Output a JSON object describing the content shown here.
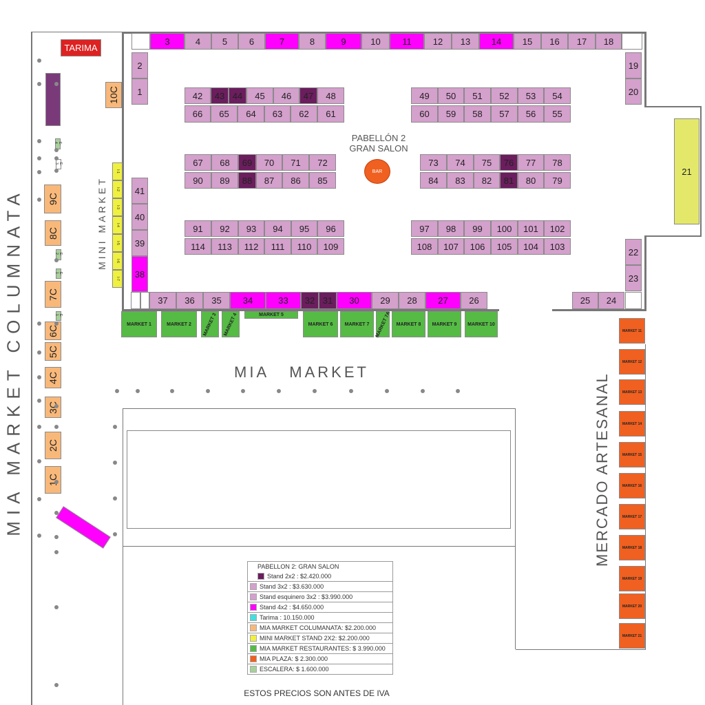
{
  "labels": {
    "columnata": "MIA  MARKET  COLUMNATA",
    "mini_market": "MINI MARKET",
    "mia_market": "MIA   MARKET",
    "mercado": "MERCADO ARTESANAL",
    "pabellon_1": "PABELLÓN 2",
    "pabellon_2": "GRAN SALON",
    "bar": "BAR",
    "tarima": "TARIMA",
    "footer": "ESTOS PRECIOS SON ANTES DE IVA"
  },
  "colors": {
    "2x2": "#6b1d5e",
    "3x2": "#d4a0cc",
    "4x2": "#ff00ff",
    "tarima": "#44e0e0",
    "columnata": "#f8b87a",
    "mini": "#f0f040",
    "restaurantes": "#55bb44",
    "plaza": "#f06020",
    "escalera": "#a9cf9b"
  },
  "stands": [
    {
      "n": "3",
      "t": "4x2"
    },
    {
      "n": "4",
      "t": "3x2"
    },
    {
      "n": "5",
      "t": "3x2"
    },
    {
      "n": "6",
      "t": "3x2"
    },
    {
      "n": "7",
      "t": "4x2"
    },
    {
      "n": "8",
      "t": "3x2"
    },
    {
      "n": "9",
      "t": "4x2"
    },
    {
      "n": "10",
      "t": "3x2"
    },
    {
      "n": "11",
      "t": "4x2"
    },
    {
      "n": "12",
      "t": "3x2"
    },
    {
      "n": "13",
      "t": "3x2"
    },
    {
      "n": "14",
      "t": "4x2"
    },
    {
      "n": "15",
      "t": "3x2"
    },
    {
      "n": "16",
      "t": "3x2"
    },
    {
      "n": "17",
      "t": "3x2"
    },
    {
      "n": "18",
      "t": "3x2"
    },
    {
      "n": "2",
      "t": "3x2"
    },
    {
      "n": "1",
      "t": "3x2"
    },
    {
      "n": "19",
      "t": "3x2"
    },
    {
      "n": "20",
      "t": "3x2"
    },
    {
      "n": "21",
      "t": "mini"
    },
    {
      "n": "42",
      "t": "3x2"
    },
    {
      "n": "43",
      "t": "2x2"
    },
    {
      "n": "44",
      "t": "2x2"
    },
    {
      "n": "45",
      "t": "3x2"
    },
    {
      "n": "46",
      "t": "3x2"
    },
    {
      "n": "47",
      "t": "2x2"
    },
    {
      "n": "48",
      "t": "3x2"
    },
    {
      "n": "66",
      "t": "3x2"
    },
    {
      "n": "65",
      "t": "3x2"
    },
    {
      "n": "64",
      "t": "3x2"
    },
    {
      "n": "63",
      "t": "3x2"
    },
    {
      "n": "62",
      "t": "3x2"
    },
    {
      "n": "61",
      "t": "3x2"
    },
    {
      "n": "49",
      "t": "3x2"
    },
    {
      "n": "50",
      "t": "3x2"
    },
    {
      "n": "51",
      "t": "3x2"
    },
    {
      "n": "52",
      "t": "3x2"
    },
    {
      "n": "53",
      "t": "3x2"
    },
    {
      "n": "54",
      "t": "3x2"
    },
    {
      "n": "60",
      "t": "3x2"
    },
    {
      "n": "59",
      "t": "3x2"
    },
    {
      "n": "58",
      "t": "3x2"
    },
    {
      "n": "57",
      "t": "3x2"
    },
    {
      "n": "56",
      "t": "3x2"
    },
    {
      "n": "55",
      "t": "3x2"
    },
    {
      "n": "67",
      "t": "3x2"
    },
    {
      "n": "68",
      "t": "3x2"
    },
    {
      "n": "69",
      "t": "2x2"
    },
    {
      "n": "70",
      "t": "3x2"
    },
    {
      "n": "71",
      "t": "3x2"
    },
    {
      "n": "72",
      "t": "3x2"
    },
    {
      "n": "90",
      "t": "3x2"
    },
    {
      "n": "89",
      "t": "3x2"
    },
    {
      "n": "88",
      "t": "2x2"
    },
    {
      "n": "87",
      "t": "3x2"
    },
    {
      "n": "86",
      "t": "3x2"
    },
    {
      "n": "85",
      "t": "3x2"
    },
    {
      "n": "73",
      "t": "3x2"
    },
    {
      "n": "74",
      "t": "3x2"
    },
    {
      "n": "75",
      "t": "3x2"
    },
    {
      "n": "76",
      "t": "2x2"
    },
    {
      "n": "77",
      "t": "3x2"
    },
    {
      "n": "78",
      "t": "3x2"
    },
    {
      "n": "84",
      "t": "3x2"
    },
    {
      "n": "83",
      "t": "3x2"
    },
    {
      "n": "82",
      "t": "3x2"
    },
    {
      "n": "81",
      "t": "2x2"
    },
    {
      "n": "80",
      "t": "3x2"
    },
    {
      "n": "79",
      "t": "3x2"
    },
    {
      "n": "91",
      "t": "3x2"
    },
    {
      "n": "92",
      "t": "3x2"
    },
    {
      "n": "93",
      "t": "3x2"
    },
    {
      "n": "94",
      "t": "3x2"
    },
    {
      "n": "95",
      "t": "3x2"
    },
    {
      "n": "96",
      "t": "3x2"
    },
    {
      "n": "114",
      "t": "3x2"
    },
    {
      "n": "113",
      "t": "3x2"
    },
    {
      "n": "112",
      "t": "3x2"
    },
    {
      "n": "111",
      "t": "3x2"
    },
    {
      "n": "110",
      "t": "3x2"
    },
    {
      "n": "109",
      "t": "3x2"
    },
    {
      "n": "97",
      "t": "3x2"
    },
    {
      "n": "98",
      "t": "3x2"
    },
    {
      "n": "99",
      "t": "3x2"
    },
    {
      "n": "100",
      "t": "3x2"
    },
    {
      "n": "101",
      "t": "3x2"
    },
    {
      "n": "102",
      "t": "3x2"
    },
    {
      "n": "108",
      "t": "3x2"
    },
    {
      "n": "107",
      "t": "3x2"
    },
    {
      "n": "106",
      "t": "3x2"
    },
    {
      "n": "105",
      "t": "3x2"
    },
    {
      "n": "104",
      "t": "3x2"
    },
    {
      "n": "103",
      "t": "3x2"
    },
    {
      "n": "41",
      "t": "3x2"
    },
    {
      "n": "40",
      "t": "3x2"
    },
    {
      "n": "39",
      "t": "3x2"
    },
    {
      "n": "38",
      "t": "4x2"
    },
    {
      "n": "37",
      "t": "3x2"
    },
    {
      "n": "36",
      "t": "3x2"
    },
    {
      "n": "35",
      "t": "3x2"
    },
    {
      "n": "34",
      "t": "4x2"
    },
    {
      "n": "33",
      "t": "4x2"
    },
    {
      "n": "32",
      "t": "2x2"
    },
    {
      "n": "31",
      "t": "2x2"
    },
    {
      "n": "30",
      "t": "4x2"
    },
    {
      "n": "29",
      "t": "3x2"
    },
    {
      "n": "28",
      "t": "3x2"
    },
    {
      "n": "27",
      "t": "4x2"
    },
    {
      "n": "26",
      "t": "3x2"
    },
    {
      "n": "25",
      "t": "3x2"
    },
    {
      "n": "24",
      "t": "3x2"
    },
    {
      "n": "22",
      "t": "3x2"
    },
    {
      "n": "23",
      "t": "3x2"
    }
  ],
  "columnata": [
    "10C",
    "9C",
    "8C",
    "7C",
    "6C",
    "5C",
    "4C",
    "3C",
    "2C",
    "1C"
  ],
  "mini_market_stands": [
    "I-1",
    "I-2",
    "I-3",
    "I-4",
    "I-5",
    "I-6",
    "I-7"
  ],
  "escaleras": [
    "E-4",
    "E-3",
    "E-2",
    "E-1",
    "E-1"
  ],
  "markets": [
    "MARKET 1",
    "MARKET 2",
    "MARKET 3",
    "MARKET 4",
    "MARKET 5",
    "MARKET 6",
    "MARKET 7",
    "MARKET 7A",
    "MARKET 8",
    "MARKET 9",
    "MARKET 10"
  ],
  "plaza": [
    "MARKET 11",
    "MARKET 12",
    "MARKET 13",
    "MARKET 14",
    "MARKET 15",
    "MARKET 16",
    "MARKET 17",
    "MARKET 18",
    "MARKET 19",
    "MARKET 20",
    "MARKET 21"
  ],
  "legend": {
    "title": "PABELLON 2: GRAN SALON",
    "items": [
      {
        "label": "Stand 2x2  : $2.420.000",
        "color": "#6b1d5e"
      },
      {
        "label": "Stand 3x2  : $3.630.000",
        "color": "#d4a0cc"
      },
      {
        "label": "Stand esquinero 3x2  : $3.990.000",
        "color": "#d4a0cc"
      },
      {
        "label": "Stand 4x2  : $4.650.000",
        "color": "#ff00ff"
      },
      {
        "label": "Tarima : 10.150.000",
        "color": "#44e0e0"
      },
      {
        "label": "MIA MARKET COLUMANATA: $2.200.000",
        "color": "#f8b87a"
      },
      {
        "label": "MINI MARKET STAND 2X2: $2.200.000",
        "color": "#f0f040"
      },
      {
        "label": "MIA MARKET RESTAURANTES: $ 3.990.000",
        "color": "#55bb44"
      },
      {
        "label": "MIA PLAZA: $ 2.300.000",
        "color": "#f06020"
      },
      {
        "label": "ESCALERA: $ 1.600.000",
        "color": "#a9cf9b"
      }
    ]
  }
}
